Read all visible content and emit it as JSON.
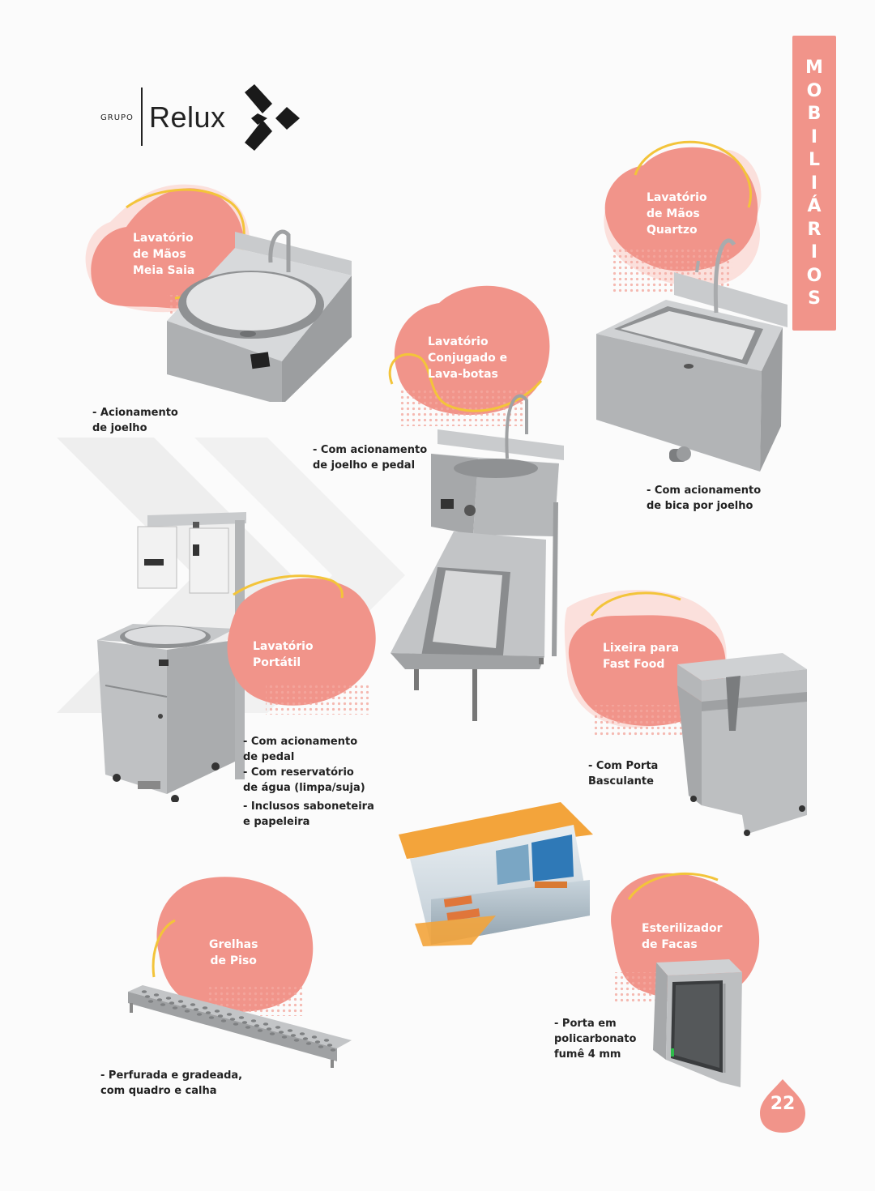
{
  "logo": {
    "grupo": "GRUPO",
    "name": "Relux"
  },
  "side_tab": {
    "letters": [
      "M",
      "O",
      "B",
      "I",
      "L",
      "I",
      "Á",
      "R",
      "I",
      "O",
      "S"
    ]
  },
  "products": [
    {
      "id": "meia-saia",
      "title": [
        "Lavatório",
        "de Mãos",
        "Meia Saia"
      ],
      "bullets": [
        [
          "- Acionamento",
          "de joelho"
        ]
      ]
    },
    {
      "id": "conjugado",
      "title": [
        "Lavatório",
        "Conjugado e",
        "Lava-botas"
      ],
      "bullets": [
        [
          "- Com acionamento",
          "de joelho e pedal"
        ]
      ]
    },
    {
      "id": "quartzo",
      "title": [
        "Lavatório",
        "de Mãos",
        "Quartzo"
      ],
      "bullets": [
        [
          "- Com acionamento",
          "de bica por joelho"
        ]
      ]
    },
    {
      "id": "portatil",
      "title": [
        "Lavatório",
        "Portátil"
      ],
      "bullets": [
        [
          "- Com acionamento",
          "de pedal"
        ],
        [
          "- Com reservatório",
          "de água (limpa/suja)"
        ],
        [
          "- Inclusos saboneteira",
          "e papeleira"
        ]
      ]
    },
    {
      "id": "lixeira",
      "title": [
        "Lixeira para",
        "Fast Food"
      ],
      "bullets": [
        [
          "- Com Porta",
          "Basculante"
        ]
      ]
    },
    {
      "id": "grelhas",
      "title": [
        "Grelhas",
        "de Piso"
      ],
      "bullets": [
        [
          "- Perfurada e gradeada,",
          "com quadro e calha"
        ]
      ]
    },
    {
      "id": "esterilizador",
      "title": [
        "Esterilizador",
        "de Facas"
      ],
      "bullets": [
        [
          "- Porta em",
          "policarbonato",
          "fumê 4 mm"
        ]
      ]
    }
  ],
  "page_number": "22",
  "colors": {
    "accent": "#f1948a",
    "accent_dark": "#ee8479",
    "yellow": "#f3c43a",
    "steel": "#b9bbbd",
    "orange": "#f3a43b"
  }
}
